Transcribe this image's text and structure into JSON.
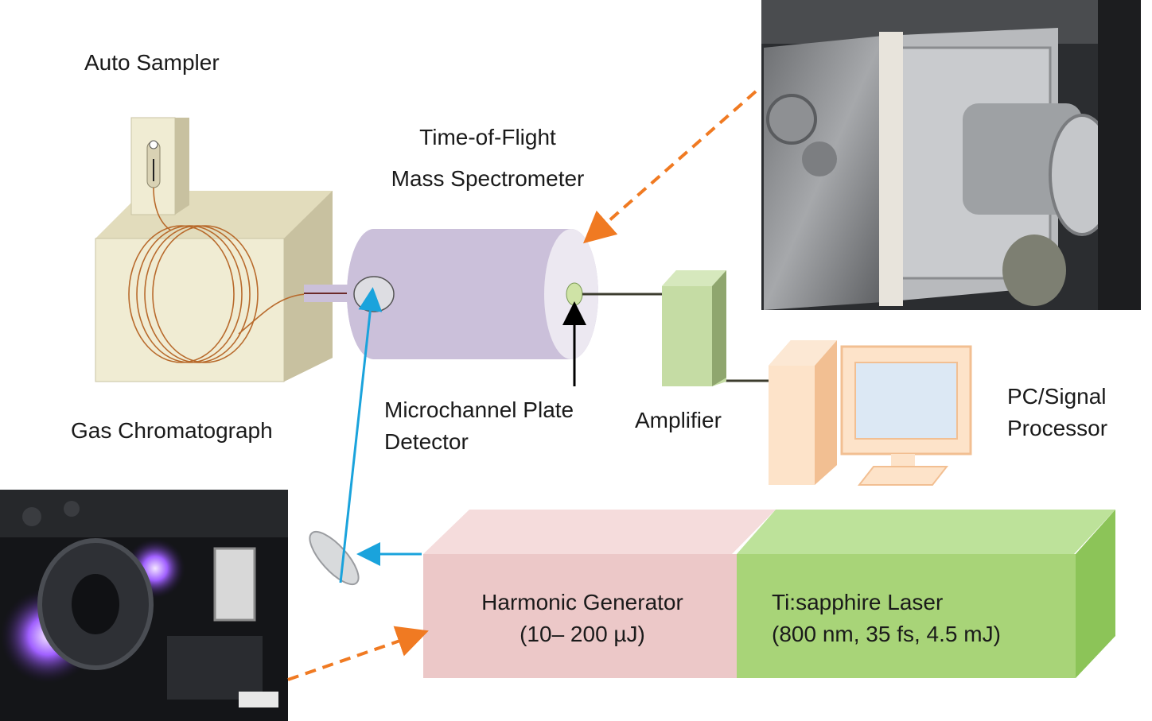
{
  "labels": {
    "auto_sampler": "Auto Sampler",
    "tof_line1": "Time-of-Flight",
    "tof_line2": "Mass Spectrometer",
    "gas_chromatograph": "Gas Chromatograph",
    "mcp_line1": "Microchannel Plate",
    "mcp_line2": "Detector",
    "amplifier": "Amplifier",
    "pc_line1": "PC/Signal",
    "pc_line2": "Processor",
    "harmonic_line1": "Harmonic Generator",
    "harmonic_line2": "(10– 200 µJ)",
    "laser_line1": "Ti:sapphire Laser",
    "laser_line2": "(800 nm, 35 fs, 4.5 mJ)"
  },
  "colors": {
    "gc_box": "#f0ecd3",
    "gc_side": "#c8c1a0",
    "tof_body": "#cbc0da",
    "mcp_detector": "#cfe3a6",
    "amplifier_front": "#c5dca4",
    "amplifier_side": "#8fa66e",
    "pc_tower": "#fbd7b5",
    "pc_screen": "#dce8f4",
    "harmonic_front": "#ecc8c8",
    "laser_front": "#a8d478",
    "laser_top": "#bde29a",
    "laser_side": "#8cc458",
    "blue_beam": "#1aa3dc",
    "orange_arrow": "#f07a22",
    "capillary": "#b86a2c"
  },
  "icons": {
    "photo_top": "vacuum-chamber-photo",
    "photo_bottom": "optics-bench-photo"
  }
}
